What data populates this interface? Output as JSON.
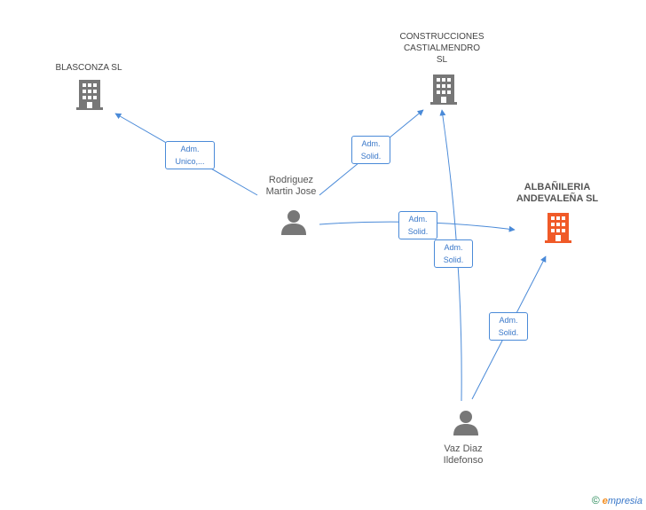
{
  "colors": {
    "edge": "#4a8ad8",
    "company": "#777777",
    "target_company": "#f05a28",
    "person": "#777777"
  },
  "nodes": {
    "blasconza": {
      "label": "BLASCONZA SL",
      "icon": "building-icon"
    },
    "construcciones": {
      "label": "CONSTRUCCIONES\nCASTIALMENDRO\nSL",
      "icon": "building-icon"
    },
    "albanileria": {
      "label": "ALBAÑILERIA\nANDEVALEÑA SL",
      "icon": "building-icon"
    },
    "rodriguez": {
      "label": "Rodriguez\nMartin Jose",
      "icon": "person-icon"
    },
    "vaz": {
      "label": "Vaz Diaz\nIldefonso",
      "icon": "person-icon"
    }
  },
  "edges": {
    "rodriguez_blasconza": {
      "line1": "Adm.",
      "line2": "Unico,..."
    },
    "rodriguez_construcciones": {
      "line1": "Adm.",
      "line2": "Solid."
    },
    "rodriguez_albanileria": {
      "line1": "Adm.",
      "line2": "Solid."
    },
    "vaz_construcciones": {
      "line1": "Adm.",
      "line2": "Solid."
    },
    "vaz_albanileria": {
      "line1": "Adm.",
      "line2": "Solid."
    }
  },
  "footer": {
    "copyright": "©",
    "brand_first": "e",
    "brand_rest": "mpresia"
  }
}
